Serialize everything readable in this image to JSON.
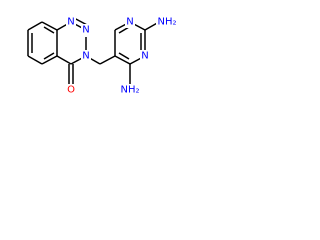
{
  "molecule": {
    "atom_labels": {
      "n_triazine_1": "N",
      "n_triazine_2": "N",
      "n_triazine_3": "N",
      "o_carbonyl": "O",
      "n_pyrimidine_1": "N",
      "n_pyrimidine_2": "N",
      "nh2_top": "NH₂",
      "nh2_bottom": "NH₂"
    },
    "colors": {
      "nitrogen": "#0000ff",
      "oxygen": "#ff0000",
      "bond": "#000000"
    }
  }
}
